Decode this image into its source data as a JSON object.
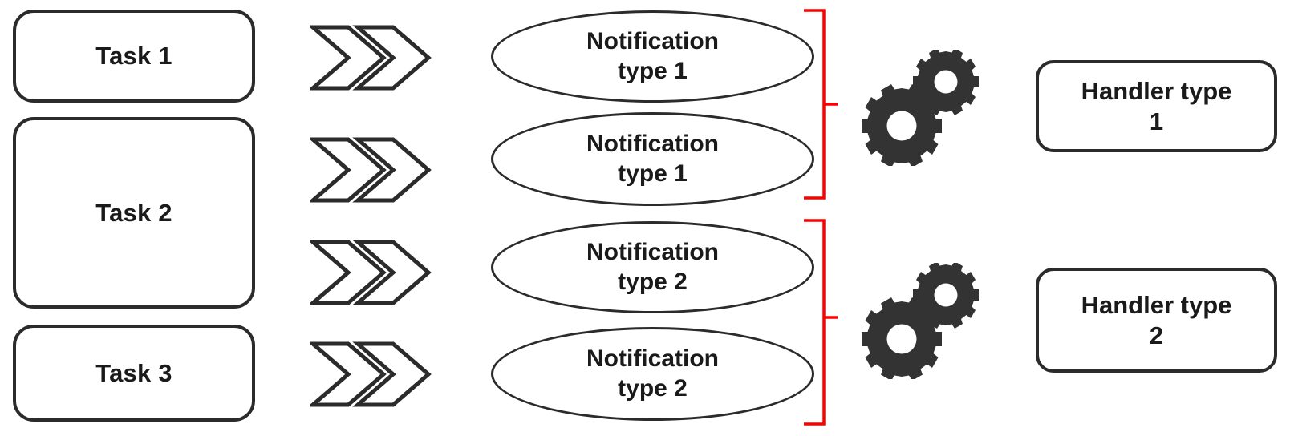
{
  "diagram": {
    "title": "Task to notification to handler routing diagram",
    "colors": {
      "stroke": "#2b2b2b",
      "text": "#1a1a1a",
      "brace": "#ff0000",
      "gear": "#333333",
      "background": "#ffffff"
    },
    "tasks": [
      {
        "label": "Task 1"
      },
      {
        "label": "Task 2"
      },
      {
        "label": "Task 3"
      }
    ],
    "arrows": [
      {
        "name": "double-chevron-right-icon"
      },
      {
        "name": "double-chevron-right-icon"
      },
      {
        "name": "double-chevron-right-icon"
      },
      {
        "name": "double-chevron-right-icon"
      }
    ],
    "notifications": [
      {
        "label": "Notification\ntype 1"
      },
      {
        "label": "Notification\ntype 1"
      },
      {
        "label": "Notification\ntype 2"
      },
      {
        "label": "Notification\ntype 2"
      }
    ],
    "braces": [
      {
        "name": "grouping-brace-type-1"
      },
      {
        "name": "grouping-brace-type-2"
      }
    ],
    "gear_clusters": [
      {
        "name": "gears-icon"
      },
      {
        "name": "gears-icon"
      }
    ],
    "handlers": [
      {
        "label": "Handler type\n1"
      },
      {
        "label": "Handler type\n2"
      }
    ]
  }
}
